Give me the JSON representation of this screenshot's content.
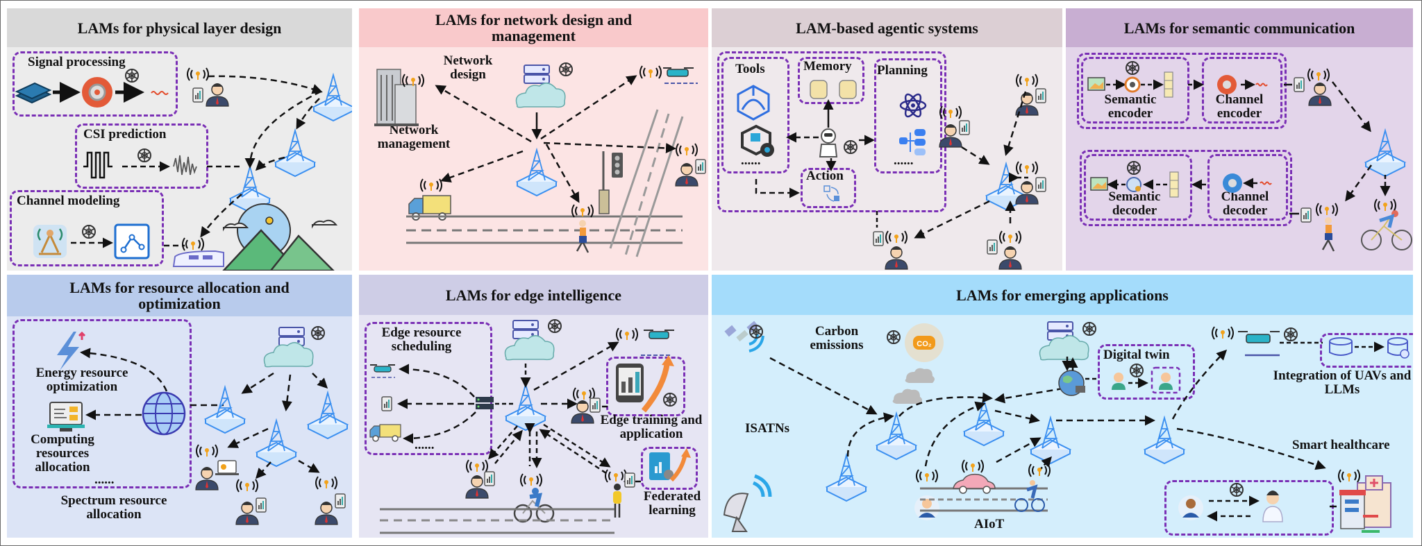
{
  "figure": {
    "panels": [
      {
        "id": "physical-layer",
        "title": "LAMs for physical layer  design",
        "header_color": "#d9d9d9",
        "body_color": "#ececec",
        "labels": {
          "signal_processing": "Signal processing",
          "csi_prediction": "CSI prediction",
          "channel_modeling": "Channel modeling"
        }
      },
      {
        "id": "network-design",
        "title": "LAMs for network design and management",
        "header_color": "#f9c9cb",
        "body_color": "#fce4e4",
        "labels": {
          "network_design": "Network design",
          "network_management": "Network management"
        }
      },
      {
        "id": "agentic-systems",
        "title": "LAM-based agentic systems",
        "header_color": "#dccfd4",
        "body_color": "#efe9ec",
        "labels": {
          "tools": "Tools",
          "memory": "Memory",
          "planning": "Planning",
          "action": "Action",
          "ellipsis": "......"
        }
      },
      {
        "id": "semantic-communication",
        "title": "LAMs for semantic communication",
        "header_color": "#c8aed2",
        "body_color": "#e3d5ea",
        "labels": {
          "semantic_encoder": "Semantic encoder",
          "channel_encoder": "Channel encoder",
          "semantic_decoder": "Semantic decoder",
          "channel_decoder": "Channel decoder"
        }
      },
      {
        "id": "resource-allocation",
        "title": "LAMs for resource allocation and optimization",
        "header_color": "#b8cbec",
        "body_color": "#dce4f6",
        "labels": {
          "energy": "Energy resource optimization",
          "computing": "Computing resources allocation",
          "ellipsis": "......",
          "spectrum": "Spectrum resource allocation"
        }
      },
      {
        "id": "edge-intelligence",
        "title": "LAMs for edge intelligence",
        "header_color": "#cecde6",
        "body_color": "#e6e5f3",
        "labels": {
          "edge_scheduling": "Edge resource scheduling",
          "ellipsis": "......",
          "edge_training": "Edge training and application",
          "federated": "Federated learning"
        }
      },
      {
        "id": "emerging-applications",
        "title": "LAMs for emerging applications",
        "header_color": "#a4dcfb",
        "body_color": "#d4eefc",
        "labels": {
          "carbon": "Carbon emissions",
          "co2": "CO₂",
          "isatns": "ISATNs",
          "aiot": "AIoT",
          "digital_twin": "Digital twin",
          "uav_llm": "Integration of UAVs and LLMs",
          "healthcare": "Smart healthcare"
        }
      }
    ],
    "colors": {
      "dashed_box": "#7a2fb5",
      "tower": "#3a8ff0",
      "arrow": "#111111"
    }
  }
}
